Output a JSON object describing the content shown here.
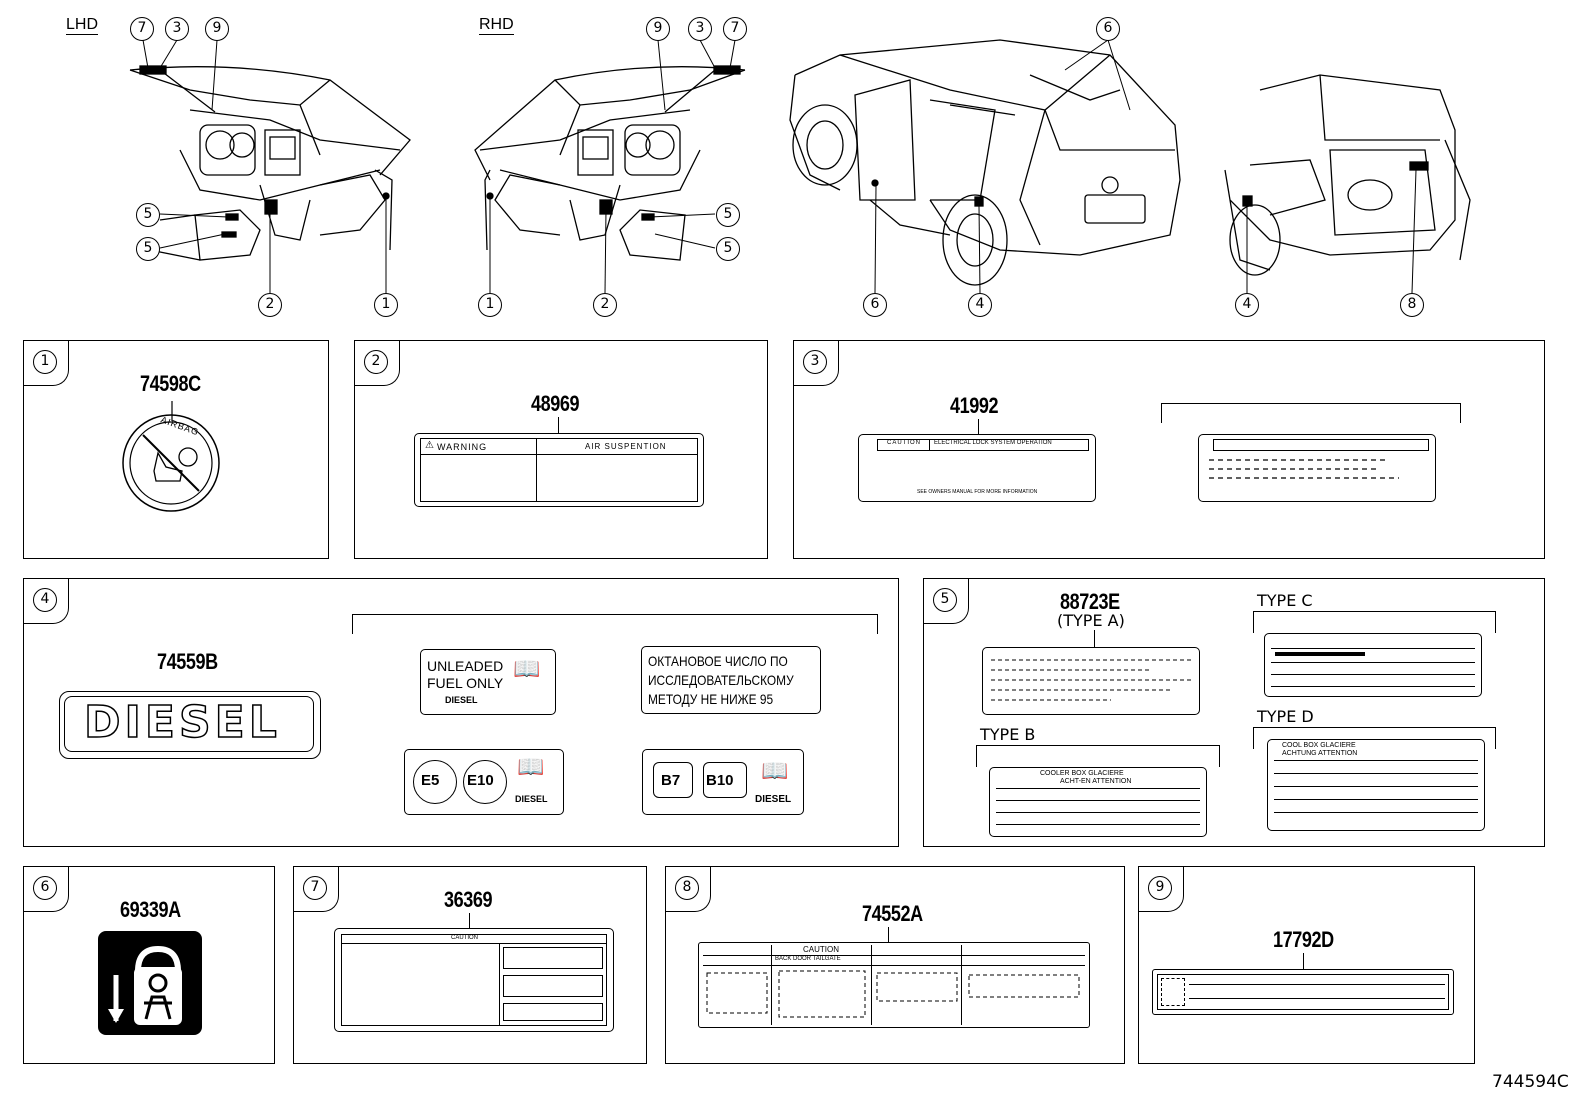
{
  "header": {
    "lhd": "LHD",
    "rhd": "RHD"
  },
  "callouts": {
    "lhd": [
      "7",
      "3",
      "9",
      "5",
      "5",
      "2",
      "1"
    ],
    "rhd": [
      "9",
      "3",
      "7",
      "5",
      "5",
      "1",
      "2"
    ],
    "car_front": [
      "6",
      "6",
      "4"
    ],
    "car_rear": [
      "4",
      "8"
    ]
  },
  "panels": {
    "p1": {
      "num": "1",
      "part": "74598C",
      "ring_text": "AIRBAG"
    },
    "p2": {
      "num": "2",
      "part": "48969",
      "warning": "WARNING",
      "air": "AIR SUSPENTION"
    },
    "p3": {
      "num": "3",
      "part": "41992",
      "caution": "CAUTION",
      "caution_text": "ELECTRICAL LOCK SYSTEM OPERATION",
      "footer": "SEE OWNERS MANUAL FOR MORE INFORMATION"
    },
    "p4": {
      "num": "4",
      "part": "74559B",
      "diesel": "DIESEL",
      "unleaded_1": "UNLEADED",
      "unleaded_2": "FUEL ONLY",
      "diesel_small": "DIESEL",
      "ru_1": "ОКТАНОВОЕ ЧИСЛО ПО",
      "ru_2": "ИССЛЕДОВАТЕЛЬСКОМУ",
      "ru_3": "МЕТОДУ НЕ НИЖЕ 95",
      "e5": "E5",
      "e10": "E10",
      "b7": "B7",
      "b10": "B10",
      "diesel_small_2": "DIESEL"
    },
    "p5": {
      "num": "5",
      "part": "88723E",
      "type_a": "(TYPE A)",
      "type_b": "TYPE B",
      "type_c": "TYPE C",
      "type_d": "TYPE D",
      "b_header": "COOLER BOX   GLACIERE",
      "b_header2": "ACHT-EN   ATTENTION",
      "d_header": "COOL BOX   GLACIERE",
      "d_header2": "ACHTUNG   ATTENTION"
    },
    "p6": {
      "num": "6",
      "part": "69339A"
    },
    "p7": {
      "num": "7",
      "part": "36369",
      "caution": "CAUTION"
    },
    "p8": {
      "num": "8",
      "part": "74552A",
      "caution": "CAUTION",
      "sub": "BACK DOOR TAILGATE"
    },
    "p9": {
      "num": "9",
      "part": "17792D"
    }
  },
  "diagram_id": "744594C"
}
